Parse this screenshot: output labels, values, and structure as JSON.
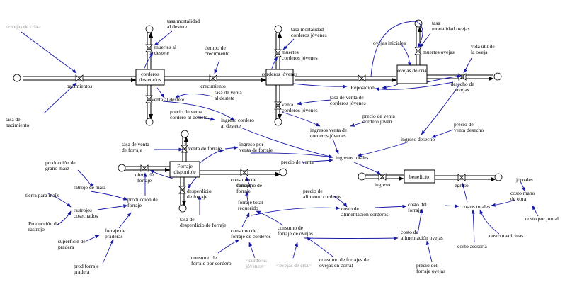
{
  "stocks": {
    "corderos_destetados": "corderos destetados",
    "corderos_jovenes": "corderos jóvenes",
    "ovejas_de_cria": "ovejas de cría",
    "forraje_disponible": "Forraje disponible",
    "beneficio": "beneficio"
  },
  "flows": {
    "nacimientos": "nacimientos",
    "crecimiento": "crecimiento",
    "reposicion": "Reposición",
    "muertes_al_destete": "muertes al destete",
    "muertes_corderos_jovenes": "muertes corderos jóvenes",
    "muertes_ovejas": "muertes ovejas",
    "venta_al_destete": "venta al destete",
    "venta_corderos_jovenes": "venta corderos jóvenes",
    "desecho_de_ovejas": "desecho de ovejas",
    "oferta_de_forraje": "oferta de forraje",
    "venta_de_forraje": "venta de forraje",
    "desperdicio_de_forraje": "desperdicio de forraje",
    "consumo_de_forraje": "consumo de forraje",
    "ingreso": "ingreso",
    "egreso": "egreso"
  },
  "variables": {
    "ovejas_de_cria_shadow": "<ovejas de cría>",
    "tasa_mortalidad_destete": "tasa mortalidad al destete",
    "tiempo_crecimiento": "tiempo de crecimiento",
    "tasa_mortalidad_corderos_jovenes": "tasa mortalidad corderos jóvenes",
    "tasa_mortalidad_ovejas": "tasa mortalidad ovejas",
    "ovejas_iniciales": "ovejas iniciales",
    "vida_util_ovejas": "vida útil de la oveja",
    "tasa_de_nacimiento": "tasa de nacimiento",
    "tasa_venta_destete": "tasa de venta al destete",
    "precio_venta_cordero_destete": "precio de venta cordero al destete",
    "ingreso_cordero_destete": "ingreso cordero al destete",
    "tasa_venta_corderos_jovenes": "tasa de venta de corderos jóvenes",
    "precio_venta_cordero_joven": "precio de venta cordero joven",
    "ingresos_venta_corderos_jovenes": "ingresos venta de corderos jóvenes",
    "precio_venta_desecho": "precio de venta desecho",
    "ingreso_desecho": "ingreso desecho",
    "tasa_venta_forraje": "tasa de venta de forraje",
    "ingreso_venta_forraje": "ingreso por venta de forraje",
    "precio_de_venta": "precio de venta",
    "ingresos_totales": "ingresos totales",
    "produccion_grano_maiz": "producción de grano maíz",
    "rastrojo_maiz": "ratrojo de maíz",
    "tierra_para_maiz": "tierra para maíz",
    "rastrojos_cosechados": "rastrojos cosechados",
    "produccion_rastrojo": "Producción de rastrojo",
    "produccion_forraje": "producción de forraje",
    "forraje_de_praderas": "forraje de praderas",
    "superficie_pradera": "superficie de pradera",
    "prod_forraje_pradera": "prod forraje pradera",
    "tasa_desperdicio_forraje": "tasa de desperdicio de forraje",
    "consumo_de_forraje_aux": "consumo de forraje",
    "forraje_total_requerido": "forraje total requerido",
    "consumo_forraje_corderos": "consumo de forraje de corderos",
    "consumo_forraje_ovejas": "consumo de forraje de ovejas",
    "consumo_forraje_por_cordero": "consumo de forraje por cordero",
    "corderos_jovenes_shadow": "<corderos jóvenes>",
    "ovejas_de_cria_shadow2": "<ovejas de cría>",
    "consumo_forrajes_ovejas_corral": "consumo de forrajes de ovejas en corral",
    "precio_alimento_corderos": "precio de alimento corderos",
    "costo_alimentacion_corderos": "costo de alimentación corderos",
    "costo_alimentacion_ovejas": "costo de alimentación ovejas",
    "costo_del_forraje": "costo del forraje",
    "precio_forraje_ovejas": "precio del forraje ovejas",
    "costos_totales": "costos totales",
    "costo_asesoria": "costo asesoría",
    "costo_medicinas": "costo medicinas",
    "costo_mano_obra": "costo mano de obra",
    "jornales": "jornales",
    "costo_por_jornal": "costo por jornal"
  }
}
